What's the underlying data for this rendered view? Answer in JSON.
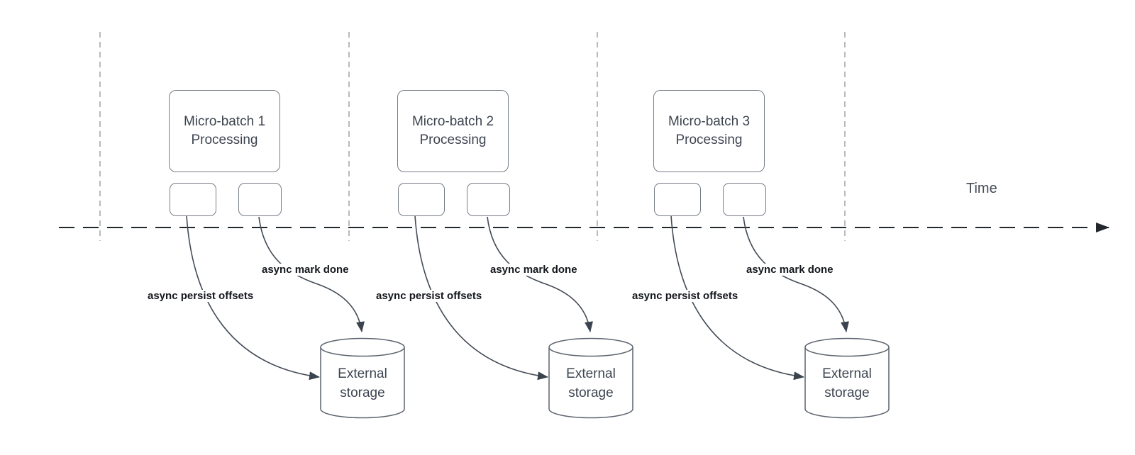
{
  "diagram": {
    "time_axis": {
      "label": "Time"
    },
    "groups": [
      {
        "box_label": "Micro-batch 1\nProcessing",
        "persist_arrow_label": "async persist offsets",
        "mark_arrow_label": "async mark done",
        "storage_label": "External\nstorage"
      },
      {
        "box_label": "Micro-batch 2\nProcessing",
        "persist_arrow_label": "async persist offsets",
        "mark_arrow_label": "async mark done",
        "storage_label": "External\nstorage"
      },
      {
        "box_label": "Micro-batch 3\nProcessing",
        "persist_arrow_label": "async persist offsets",
        "mark_arrow_label": "async mark done",
        "storage_label": "External\nstorage"
      }
    ],
    "colors": {
      "background": "#ffffff",
      "shape_border": "#767d87",
      "cylinder_border": "#5d646e",
      "arrow": "#3a434e",
      "gridline": "#a6aaaf",
      "timeline": "#23282e",
      "label_text": "#14171c",
      "shape_text": "#3d4551"
    }
  }
}
